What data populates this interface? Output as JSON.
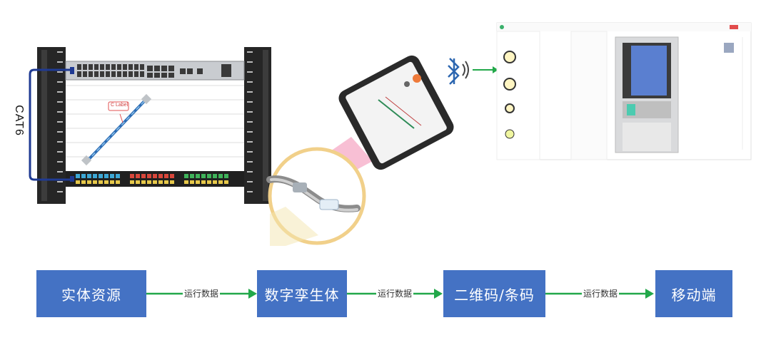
{
  "rack": {
    "cable_label": "CAT6",
    "tag_label": "C Label",
    "colors": {
      "cable": "#1f3a93",
      "rail": "#2b2b2b",
      "switch": "#c9ccd0",
      "panel": "#202020"
    }
  },
  "flow": {
    "boxes": [
      "实体资源",
      "数字孪生体",
      "二维码/条码",
      "移动端"
    ],
    "arrow_label": "运行数据",
    "colors": {
      "box": "#4472c4",
      "arrow": "#22a84a"
    }
  },
  "icons": {
    "bluetooth": "bluetooth-icon",
    "wifi": "wireless-signal-icon"
  }
}
